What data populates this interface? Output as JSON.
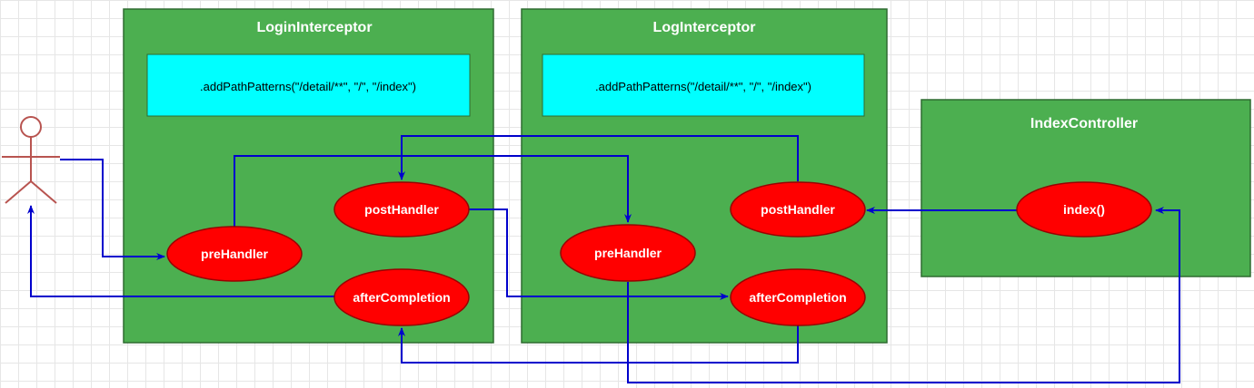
{
  "colors": {
    "container_fill": "#4caf50",
    "container_border": "#2e6b30",
    "pattern_fill": "#00ffff",
    "ellipse_fill": "#ff0000",
    "ellipse_border": "#990000",
    "arrow": "#0000cc",
    "actor": "#b85450"
  },
  "login_interceptor": {
    "title": "LoginInterceptor",
    "pattern": ".addPathPatterns(\"/detail/**\", \"/\", \"/index\")",
    "pre_handler": "preHandler",
    "post_handler": "postHandler",
    "after_completion": "afterCompletion"
  },
  "log_interceptor": {
    "title": "LogInterceptor",
    "pattern": ".addPathPatterns(\"/detail/**\", \"/\", \"/index\")",
    "pre_handler": "preHandler",
    "post_handler": "postHandler",
    "after_completion": "afterCompletion"
  },
  "index_controller": {
    "title": "IndexController",
    "method": "index()"
  }
}
